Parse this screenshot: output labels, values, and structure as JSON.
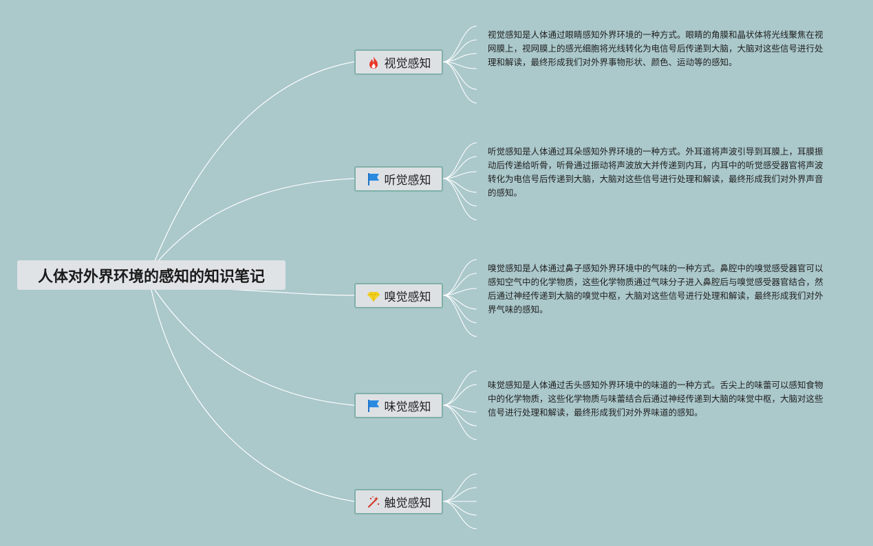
{
  "root": {
    "title": "人体对外界环境的感知的知识笔记"
  },
  "branches": [
    {
      "label": "视觉感知",
      "icon": "fire-icon",
      "note": "视觉感知是人体通过眼睛感知外界环境的一种方式。眼睛的角膜和晶状体将光线聚焦在视网膜上，视网膜上的感光细胞将光线转化为电信号后传递到大脑，大脑对这些信号进行处理和解读，最终形成我们对外界事物形状、颜色、运动等的感知。"
    },
    {
      "label": "听觉感知",
      "icon": "blue-flag-icon",
      "note": "听觉感知是人体通过耳朵感知外界环境的一种方式。外耳道将声波引导到耳膜上，耳膜振动后传递给听骨，听骨通过振动将声波放大并传递到内耳，内耳中的听觉感受器官将声波转化为电信号后传递到大脑，大脑对这些信号进行处理和解读，最终形成我们对外界声音的感知。"
    },
    {
      "label": "嗅觉感知",
      "icon": "yellow-gem-icon",
      "note": "嗅觉感知是人体通过鼻子感知外界环境中的气味的一种方式。鼻腔中的嗅觉感受器官可以感知空气中的化学物质，这些化学物质通过气味分子进入鼻腔后与嗅觉感受器官结合，然后通过神经传递到大脑的嗅觉中枢，大脑对这些信号进行处理和解读，最终形成我们对外界气味的感知。"
    },
    {
      "label": "味觉感知",
      "icon": "blue-flag-icon",
      "note": "味觉感知是人体通过舌头感知外界环境中的味道的一种方式。舌尖上的味蕾可以感知食物中的化学物质，这些化学物质与味蕾结合后通过神经传递到大脑的味觉中枢，大脑对这些信号进行处理和解读，最终形成我们对外界味道的感知。"
    },
    {
      "label": "触觉感知",
      "icon": "magic-wand-icon",
      "note": ""
    }
  ],
  "colors": {
    "background": "#abc8cb",
    "line": "#ffffff",
    "branch_border": "#7fb0a8",
    "node_fill": "#dde1e4"
  }
}
